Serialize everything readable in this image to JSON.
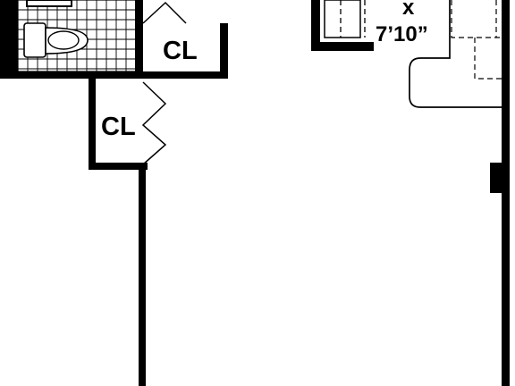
{
  "labels": {
    "closet_upper": "CL",
    "closet_lower": "CL",
    "dimension_x": "x",
    "dimension_value": "7’10”"
  },
  "colors": {
    "wall": "#000000",
    "background": "#ffffff",
    "tile_grid": "#000000"
  }
}
